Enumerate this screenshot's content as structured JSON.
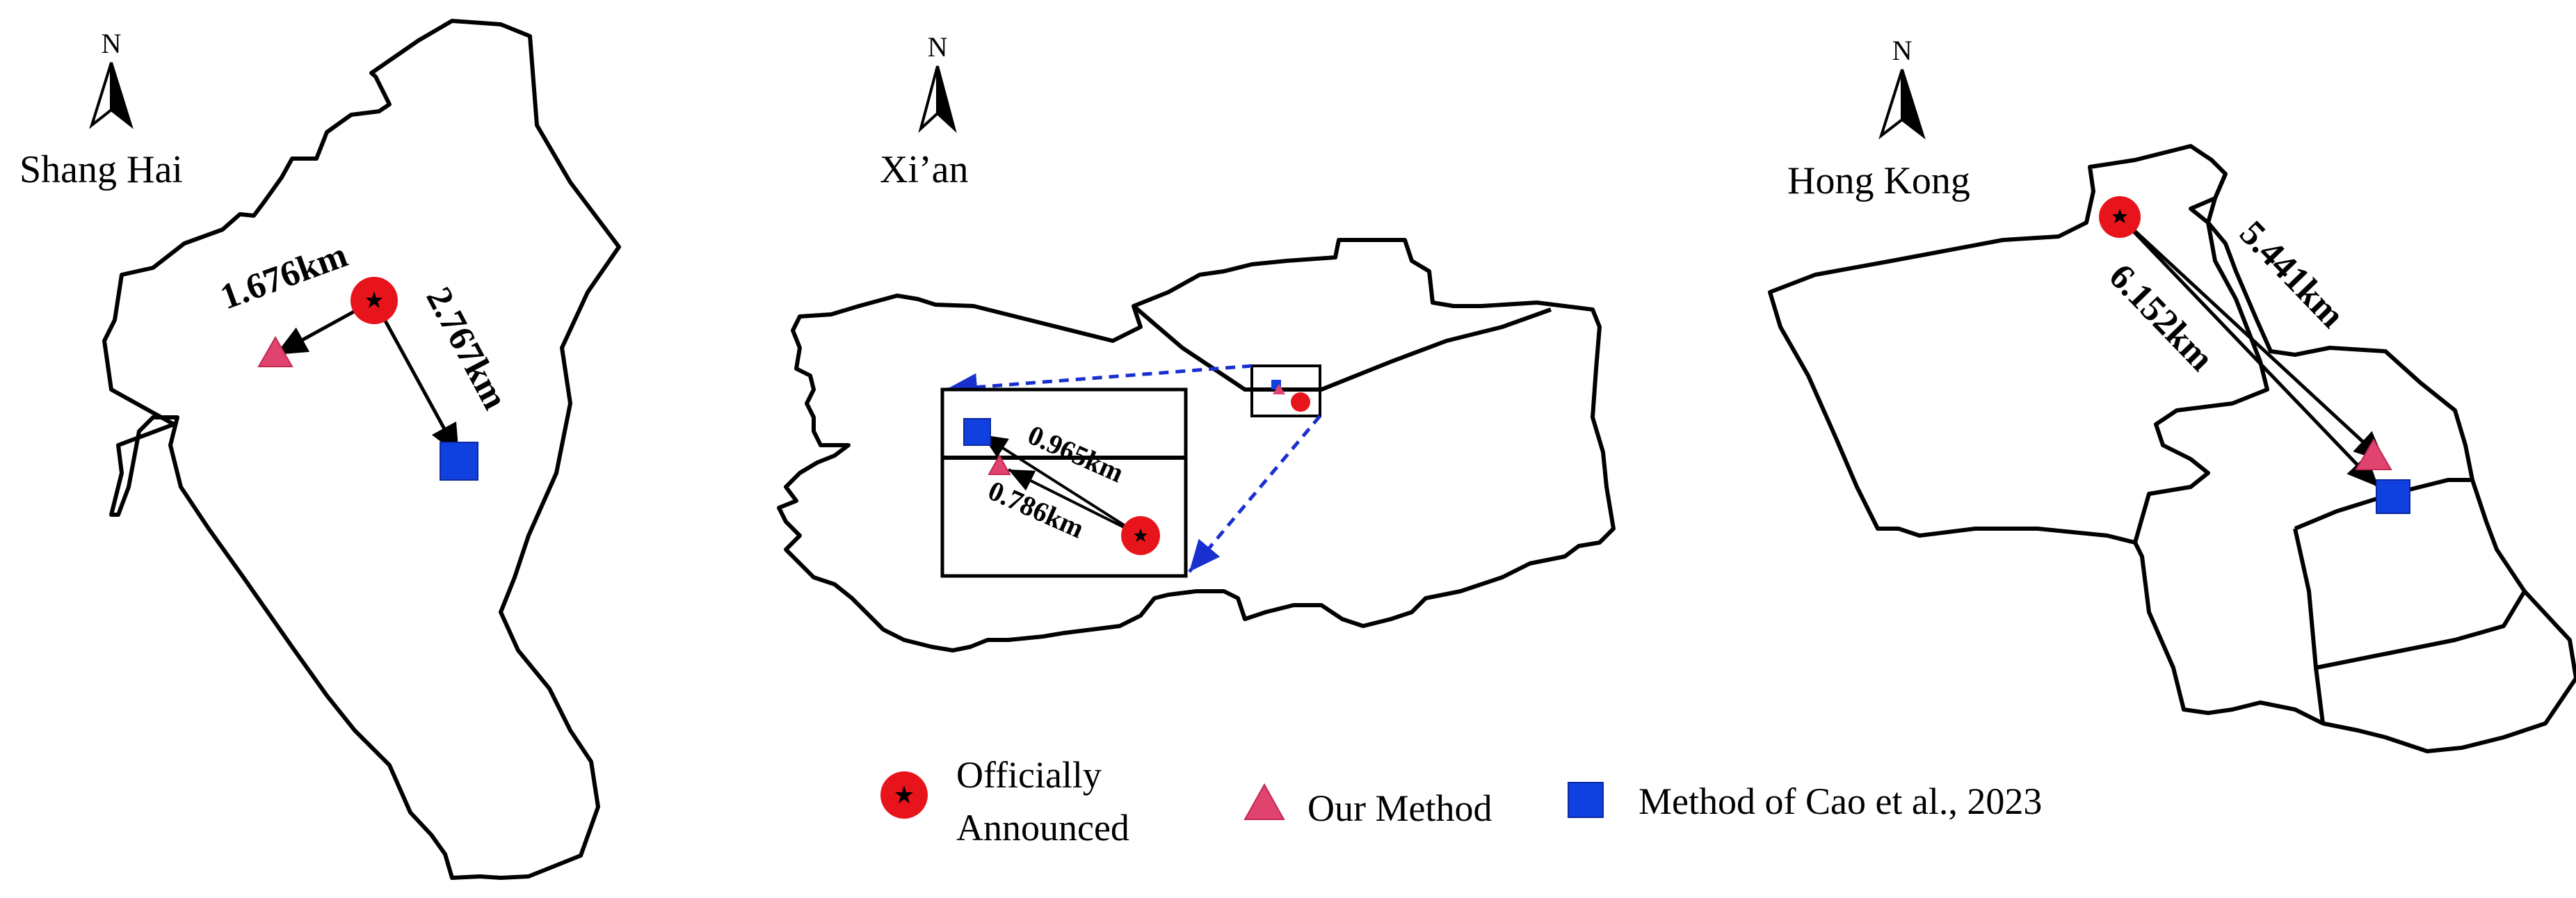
{
  "north_label": "N",
  "panels": [
    {
      "city": "Shang Hai",
      "distances": [
        "1.676km",
        "2.767km"
      ]
    },
    {
      "city": "Xi’an",
      "distances": [
        "0.965km",
        "0.786km"
      ]
    },
    {
      "city": "Hong Kong",
      "distances": [
        "5.441km",
        "6.152km"
      ]
    }
  ],
  "legend": {
    "official_line1": "Officially",
    "official_line2": "Announced",
    "ours": "Our Method",
    "cao": "Method of Cao et al., 2023"
  },
  "colors": {
    "official": "#e8141c",
    "ours": "#e0446e",
    "cao": "#1040e0",
    "outline": "#000000",
    "inset_arrow": "#1a2fd0"
  },
  "icons": {
    "official": "red-circle-with-star",
    "ours": "pink-triangle",
    "cao": "blue-square",
    "north": "north-arrow"
  }
}
